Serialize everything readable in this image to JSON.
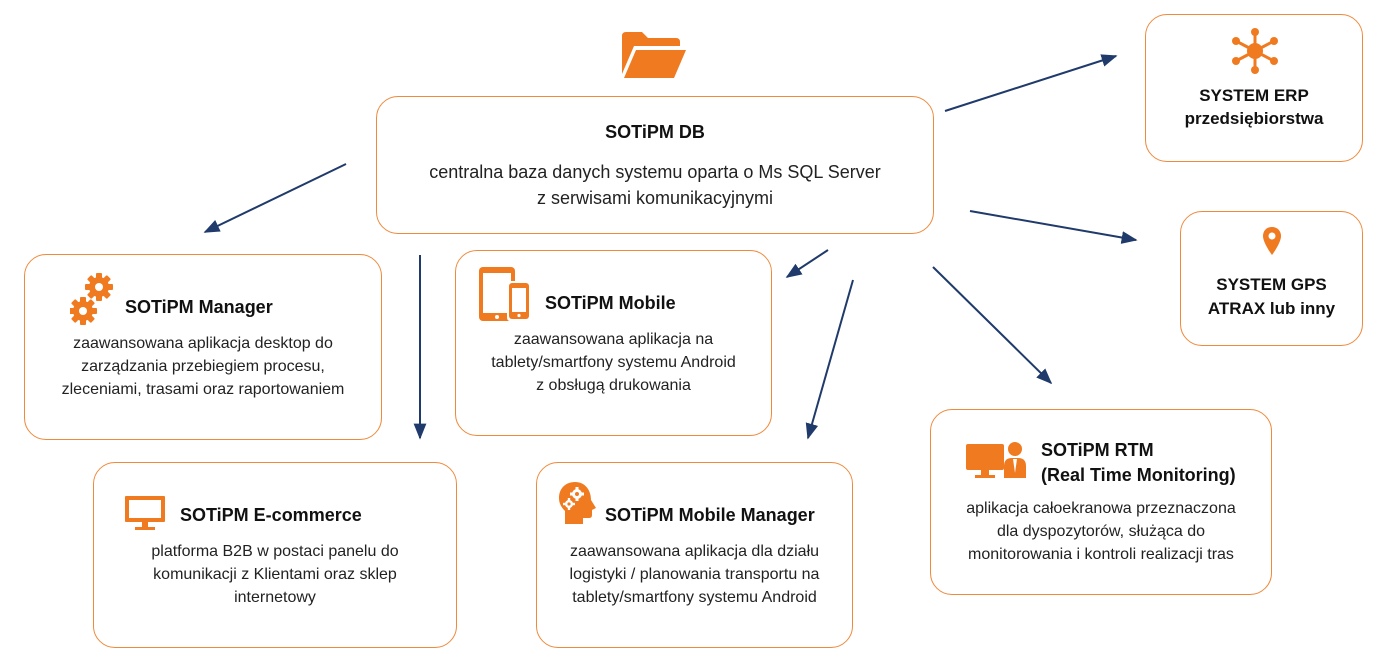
{
  "colors": {
    "accent": "#ee8a3c",
    "arrow": "#1f3a6b",
    "icon": "#f07a20"
  },
  "db": {
    "icon": "folder-icon",
    "title": "SOTiPM DB",
    "line1": "centralna baza danych systemu oparta o Ms SQL Server",
    "line2": "z serwisami komunikacyjnymi"
  },
  "erp": {
    "icon": "network-hub-icon",
    "line1": "SYSTEM ERP",
    "line2": "przedsiębiorstwa"
  },
  "gps": {
    "icon": "map-pin-icon",
    "line1": "SYSTEM GPS",
    "line2": "ATRAX lub inny"
  },
  "manager": {
    "icon": "gears-icon",
    "title": "SOTiPM Manager",
    "lines": [
      "zaawansowana aplikacja desktop do",
      "zarządzania przebiegiem procesu,",
      "zleceniami, trasami oraz raportowaniem"
    ]
  },
  "mobile": {
    "icon": "tablet-phone-icon",
    "title": "SOTiPM Mobile",
    "lines": [
      "zaawansowana aplikacja na",
      "tablety/smartfony systemu Android",
      "z obsługą drukowania"
    ]
  },
  "ecommerce": {
    "icon": "monitor-icon",
    "title": "SOTiPM E-commerce",
    "lines": [
      "platforma B2B w postaci panelu do",
      "komunikacji z Klientami oraz sklep",
      "internetowy"
    ]
  },
  "mobile_manager": {
    "icon": "head-gears-icon",
    "title": "SOTiPM Mobile Manager",
    "lines": [
      "zaawansowana aplikacja dla działu",
      "logistyki / planowania transportu na",
      "tablety/smartfony systemu Android"
    ]
  },
  "rtm": {
    "icon": "operator-monitor-icon",
    "title1": "SOTiPM RTM",
    "title2": "(Real Time Monitoring)",
    "lines": [
      "aplikacja całoekranowa przeznaczona",
      "dla dyspozytorów, służąca do",
      "monitorowania i kontroli realizacji tras"
    ]
  }
}
